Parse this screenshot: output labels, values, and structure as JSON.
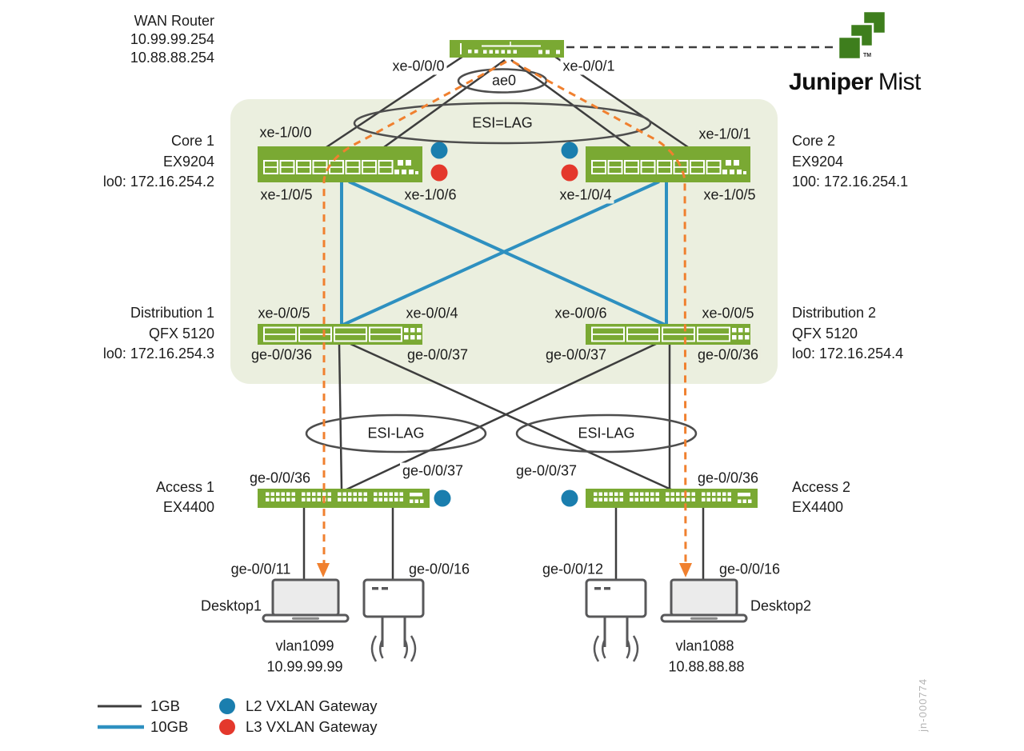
{
  "wan_router": {
    "name": "WAN Router",
    "ip_a": "10.99.99.254",
    "ip_b": "10.88.88.254"
  },
  "logo": {
    "brand": "Juniper",
    "product": "Mist",
    "tm": "TM"
  },
  "bundles": {
    "ae0": "ae0",
    "core_lag": "ESI=LAG",
    "access_lag_left": "ESI-LAG",
    "access_lag_right": "ESI-LAG"
  },
  "devices": {
    "core1": {
      "name": "Core 1",
      "model": "EX9204",
      "loopback": "lo0: 172.16.254.2"
    },
    "core2": {
      "name": "Core 2",
      "model": "EX9204",
      "loopback": "100: 172.16.254.1"
    },
    "dist1": {
      "name": "Distribution 1",
      "model": "QFX 5120",
      "loopback": "lo0: 172.16.254.3"
    },
    "dist2": {
      "name": "Distribution 2",
      "model": "QFX 5120",
      "loopback": "lo0: 172.16.254.4"
    },
    "access1": {
      "name": "Access 1",
      "model": "EX4400"
    },
    "access2": {
      "name": "Access 2",
      "model": "EX4400"
    },
    "desktop1": {
      "name": "Desktop1",
      "vlan": "vlan1099",
      "ip": "10.99.99.99"
    },
    "desktop2": {
      "name": "Desktop2",
      "vlan": "vlan1088",
      "ip": "10.88.88.88"
    }
  },
  "ports": {
    "wan_left": "xe-0/0/0",
    "wan_right": "xe-0/0/1",
    "core1_top": "xe-1/0/0",
    "core2_top": "xe-1/0/1",
    "core1_bl": "xe-1/0/5",
    "core1_br": "xe-1/0/6",
    "core2_bl": "xe-1/0/4",
    "core2_br": "xe-1/0/5",
    "dist1_tl": "xe-0/0/5",
    "dist1_tr": "xe-0/0/4",
    "dist2_tl": "xe-0/0/6",
    "dist2_tr": "xe-0/0/5",
    "dist1_bl": "ge-0/0/36",
    "dist1_br": "ge-0/0/37",
    "dist2_bl": "ge-0/0/37",
    "dist2_br": "ge-0/0/36",
    "access1_tl": "ge-0/0/36",
    "access1_tr": "ge-0/0/37",
    "access2_tl": "ge-0/0/37",
    "access2_tr": "ge-0/0/36",
    "access1_desktop": "ge-0/0/11",
    "access1_ap": "ge-0/0/16",
    "access2_ap": "ge-0/0/12",
    "access2_desktop": "ge-0/0/16"
  },
  "legend": {
    "gb1": "1GB",
    "gb10": "10GB",
    "l2": "L2 VXLAN Gateway",
    "l3": "L3 VXLAN Gateway"
  },
  "figure_id": "jn-000774",
  "colors": {
    "green": "#7aa933",
    "logogreen": "#3e7e1d",
    "blue": "#2e90c0",
    "dotblue": "#1a7eae",
    "red": "#e4382c",
    "orange": "#f0802f",
    "ink": "#3d3d3d",
    "panel": "#ebefdf"
  }
}
